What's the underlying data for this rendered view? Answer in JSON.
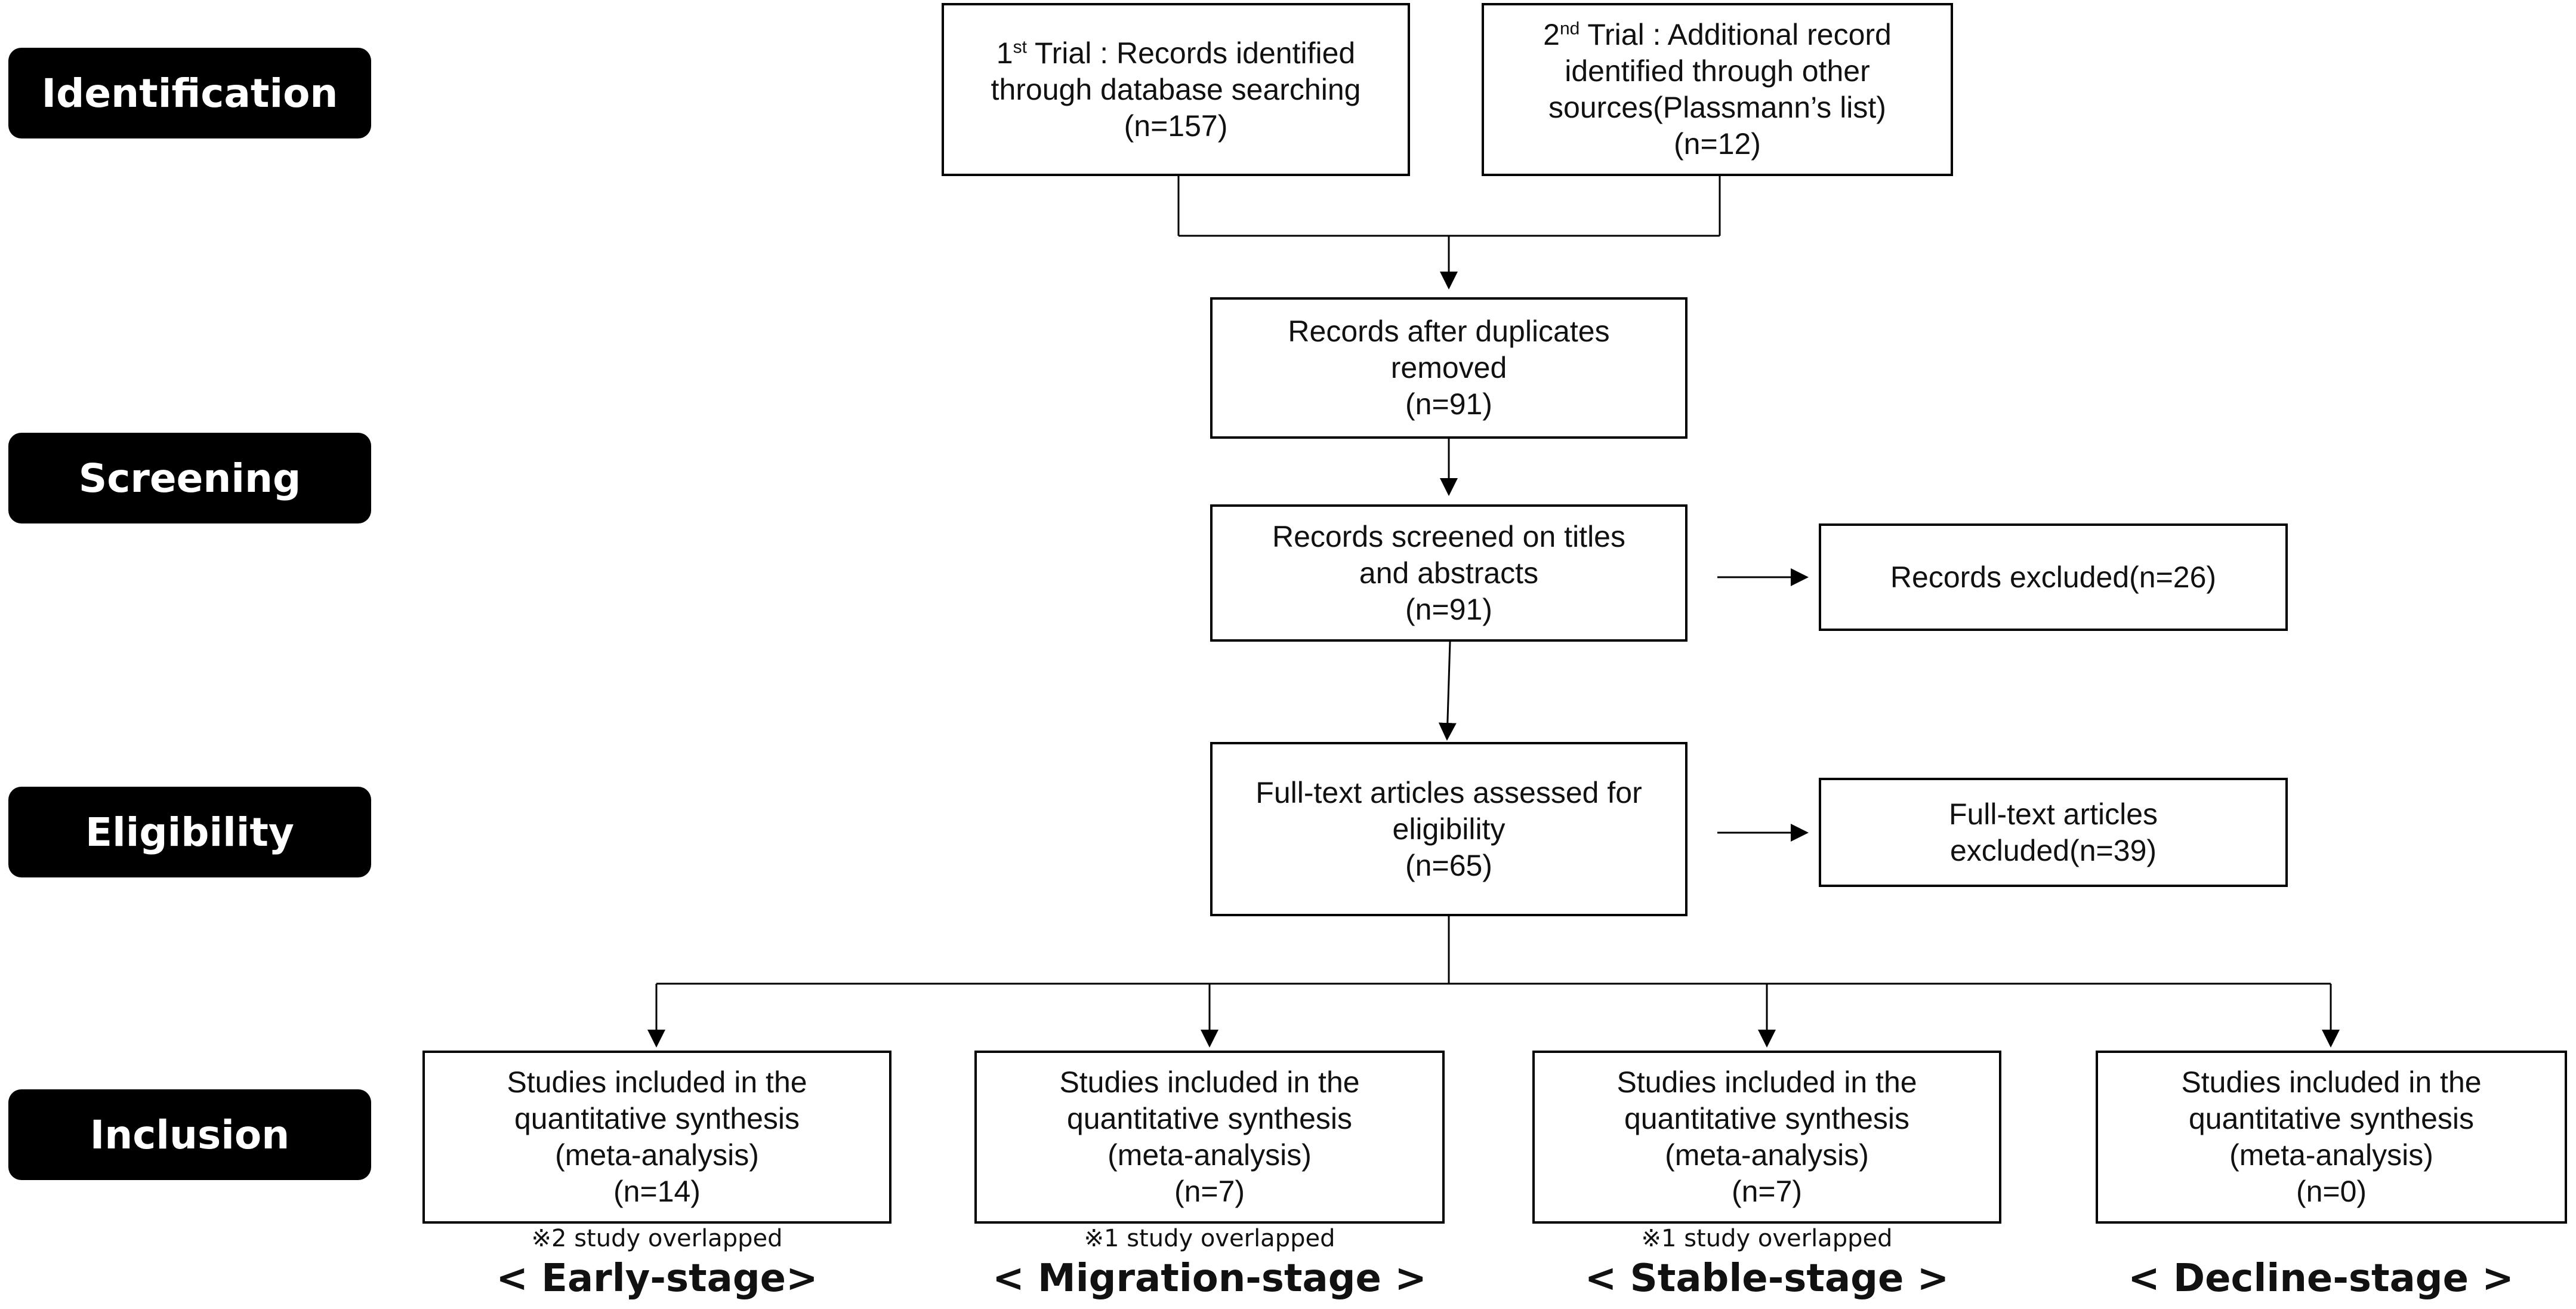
{
  "phases": {
    "identification": "Identification",
    "screening": "Screening",
    "eligibility": "Eligibility",
    "inclusion": "Inclusion"
  },
  "boxes": {
    "trial1": {
      "prefix": "1",
      "sup": "st",
      "line1_rest": " Trial : Records identified",
      "line2": "through database searching",
      "count": "(n=157)"
    },
    "trial2": {
      "prefix": "2",
      "sup": "nd",
      "line1_rest": " Trial : Additional record",
      "line2": "identified through other",
      "line3": "sources(Plassmann’s list)",
      "count": "(n=12)"
    },
    "duplicates": {
      "line1": "Records after duplicates",
      "line2": "removed",
      "count": "(n=91)"
    },
    "screened": {
      "line1": "Records screened on titles",
      "line2": "and abstracts",
      "count": "(n=91)"
    },
    "excluded_records": {
      "line1": "Records excluded(n=26)"
    },
    "fulltext": {
      "line1": "Full-text articles assessed for",
      "line2": "eligibility",
      "count": "(n=65)"
    },
    "excluded_fulltext": {
      "line1": "Full-text articles",
      "line2": "excluded(n=39)"
    }
  },
  "inclusion_boxes": [
    {
      "line1": "Studies included in the",
      "line2": "quantitative synthesis",
      "line3": "(meta-analysis)",
      "count": "(n=14)",
      "note": "※2 study overlapped",
      "stage": "< Early-stage>"
    },
    {
      "line1": "Studies included in the",
      "line2": "quantitative synthesis",
      "line3": "(meta-analysis)",
      "count": "(n=7)",
      "note": "※1 study overlapped",
      "stage": "< Migration-stage >"
    },
    {
      "line1": "Studies included in the",
      "line2": "quantitative synthesis",
      "line3": "(meta-analysis)",
      "count": "(n=7)",
      "note": "※1 study overlapped",
      "stage": "< Stable-stage >"
    },
    {
      "line1": "Studies included in the",
      "line2": "quantitative synthesis",
      "line3": "(meta-analysis)",
      "count": "(n=0)",
      "note": "",
      "stage": "< Decline-stage >"
    }
  ]
}
